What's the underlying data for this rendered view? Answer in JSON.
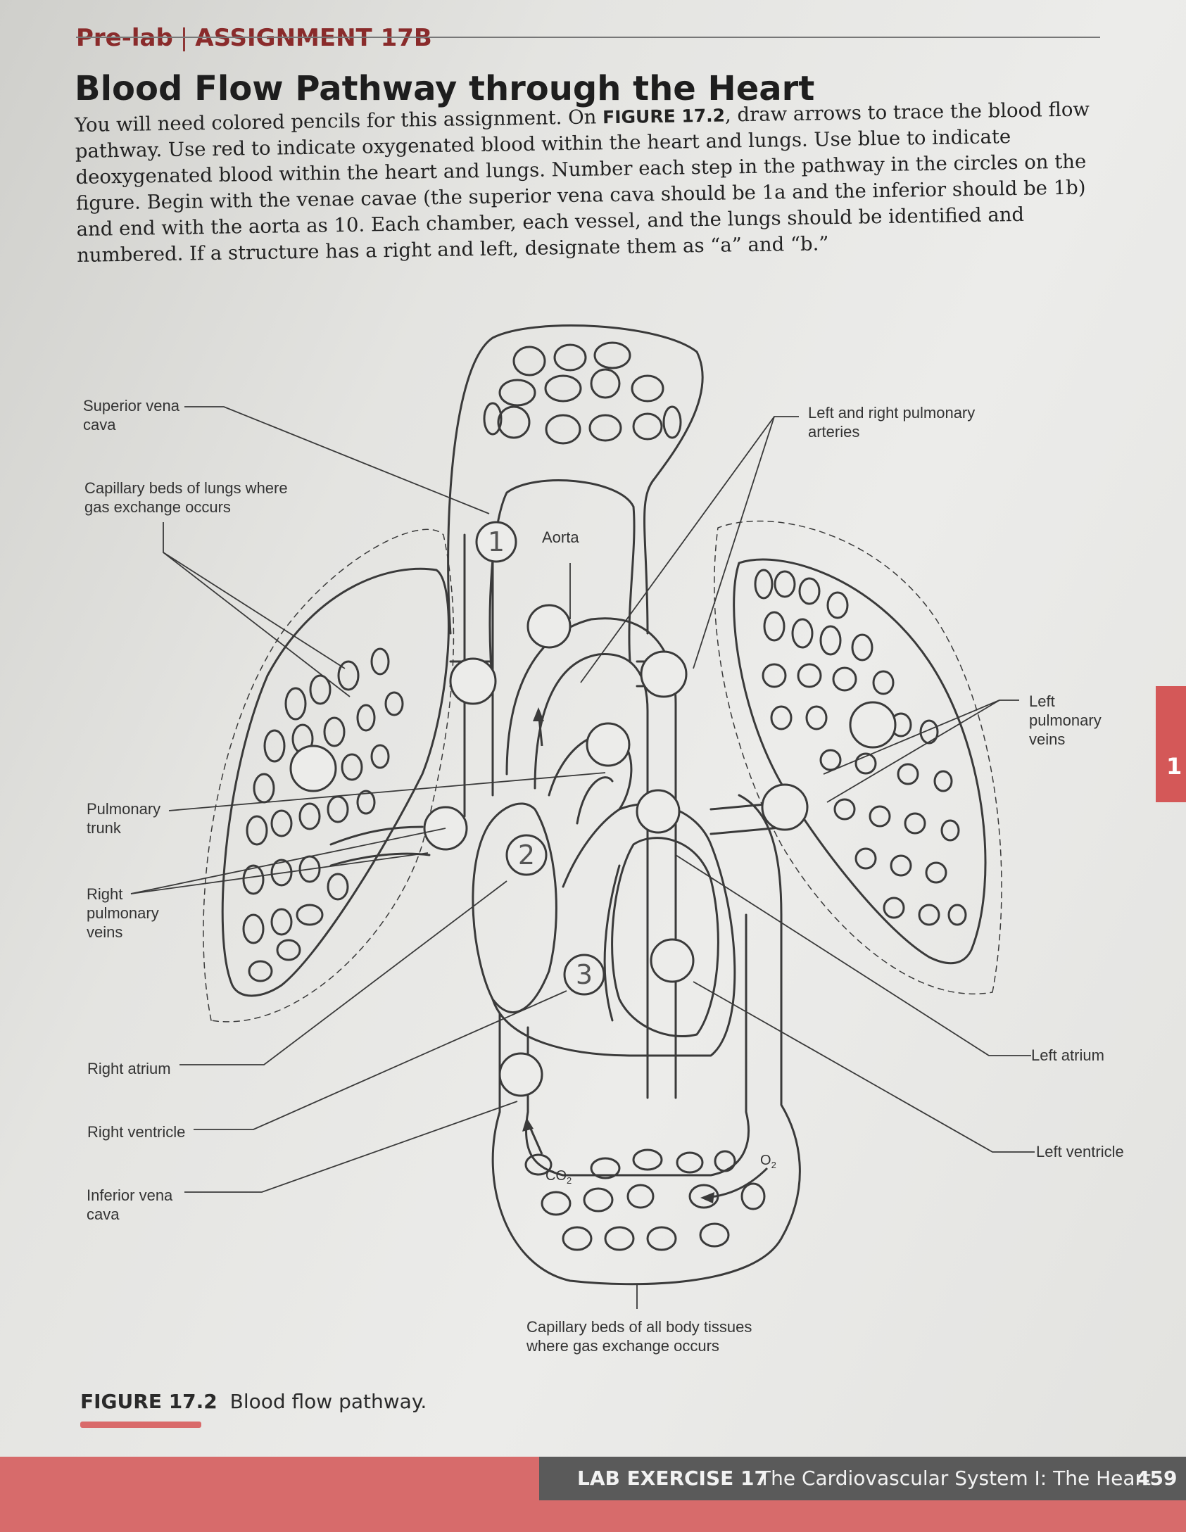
{
  "header": {
    "prelab": "Pre-lab",
    "assignment": "ASSIGNMENT 17B"
  },
  "title": "Blood Flow Pathway through the Heart",
  "intro": {
    "part1": "You will need colored pencils for this assignment. On ",
    "figure_ref": "FIGURE 17.2",
    "part2": ", draw arrows to trace the blood flow pathway. Use red to indicate oxygenated blood within the heart and lungs. Use blue to indicate deoxygenated blood within the heart and lungs. Number each step in the pathway in the circles on the figure. Begin with the venae cavae (the superior vena cava should be 1a and the inferior should be 1b) and end with the aorta as 10. Each chamber, each vessel, and the lungs should be identified and numbered. If a structure has a right and left, designate them as “a” and “b.”"
  },
  "labels": {
    "superior_vena_cava": [
      "Superior vena",
      "cava"
    ],
    "capillary_lungs": [
      "Capillary beds of lungs where",
      "gas exchange occurs"
    ],
    "pulmonary_trunk": [
      "Pulmonary",
      "trunk"
    ],
    "right_pulmonary_veins": [
      "Right",
      "pulmonary",
      "veins"
    ],
    "right_atrium": "Right atrium",
    "right_ventricle": "Right ventricle",
    "inferior_vena_cava": [
      "Inferior vena",
      "cava"
    ],
    "pulmonary_arteries": [
      "Left and right pulmonary",
      "arteries"
    ],
    "aorta": "Aorta",
    "left_pulmonary_veins": [
      "Left",
      "pulmonary",
      "veins"
    ],
    "left_atrium": "Left atrium",
    "left_ventricle": "Left ventricle",
    "capillary_body": [
      "Capillary beds of all body tissues",
      "where gas exchange occurs"
    ],
    "co2": "CO",
    "o2": "O",
    "subscript_2": "2"
  },
  "handwritten": {
    "circle1": "1",
    "circle2": "2",
    "circle3": "3"
  },
  "caption": {
    "figure": "FIGURE 17.2",
    "text": "Blood flow pathway."
  },
  "footer": {
    "exercise": "LAB EXERCISE  17",
    "subject": "The Cardiovascular System I: The Heart",
    "page": "459"
  },
  "side_tab": "1",
  "colors": {
    "accent_red": "#d76b6b",
    "header_red": "#8a2b2b",
    "footer_gray": "#5a5a5a"
  }
}
